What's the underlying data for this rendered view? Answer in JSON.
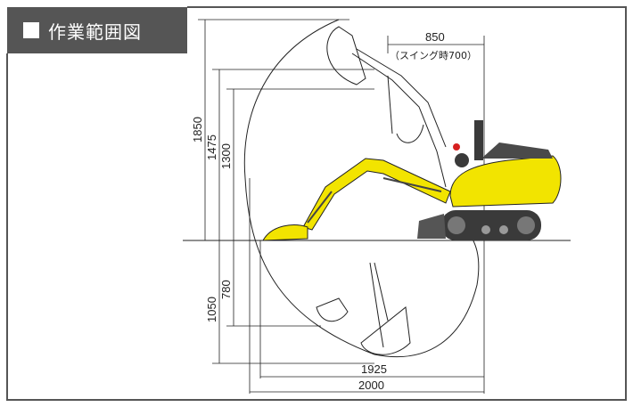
{
  "title": "作業範囲図",
  "colors": {
    "frame": "#555555",
    "machine_body": "#f2e400",
    "machine_dark": "#3a3a3a",
    "line": "#222222"
  },
  "dimensions": {
    "top_width": "850",
    "swing_note": "（スイング時700）",
    "max_dig_height": "1850",
    "max_dump_height": "1475",
    "dump_clearance": "1300",
    "max_dig_depth": "1050",
    "vertical_wall_depth": "780",
    "reach_ground": "1925",
    "max_reach": "2000"
  }
}
